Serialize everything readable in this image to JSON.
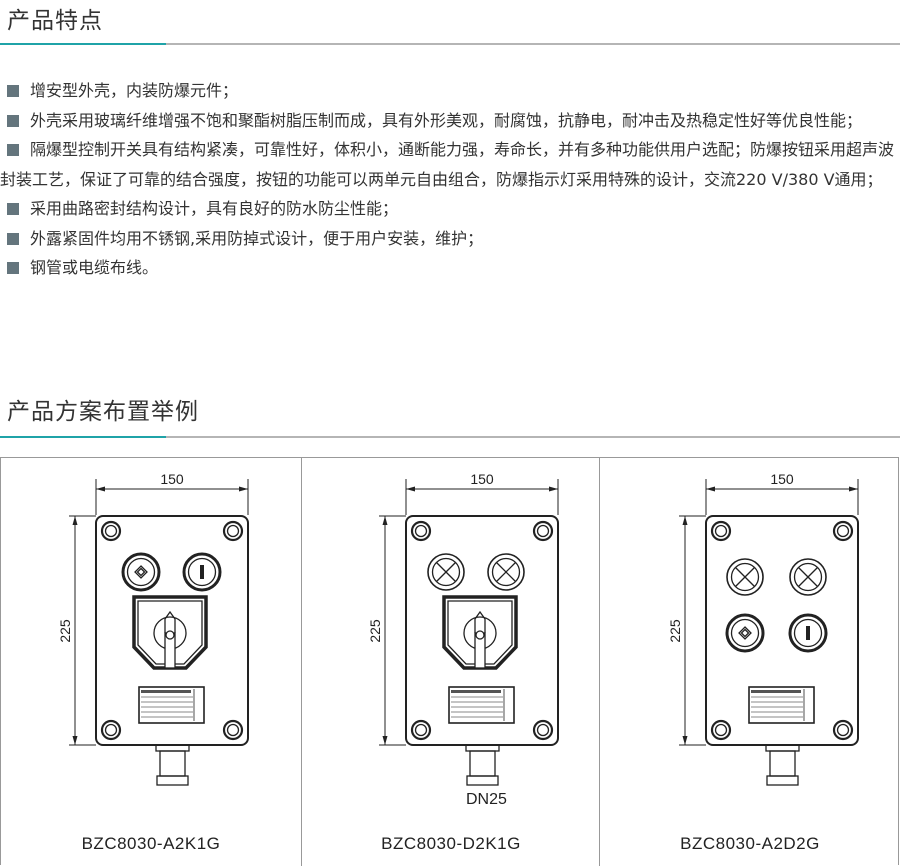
{
  "section1": {
    "title": "产品特点",
    "features": [
      "增安型外壳，内装防爆元件；",
      "外壳采用玻璃纤维增强不饱和聚酯树脂压制而成，具有外形美观，耐腐蚀，抗静电，耐冲击及热稳定性好等优良性能；",
      "隔爆型控制开关具有结构紧凑，可靠性好，体积小，通断能力强，寿命长，并有多种功能供用户选配；防爆按钮采用超声波封装工艺，保证了可靠的结合强度，按钮的功能可以两单元自由组合，防爆指示灯采用特殊的设计，交流220 V/380 V通用；",
      "采用曲路密封结构设计，具有良好的防水防尘性能；",
      "外露紧固件均用不锈钢,采用防掉式设计，便于用户安装，维护；",
      "钢管或电缆布线。"
    ]
  },
  "section2": {
    "title": "产品方案布置举例",
    "panels": [
      {
        "model": "BZC8030-A2K1G",
        "width_label": "150",
        "height_label": "225",
        "layout": "buttons-switch"
      },
      {
        "model": "BZC8030-D2K1G",
        "width_label": "150",
        "height_label": "225",
        "layout": "lamps-switch",
        "gland_label": "DN25"
      },
      {
        "model": "BZC8030-A2D2G",
        "width_label": "150",
        "height_label": "225",
        "layout": "lamps-buttons"
      }
    ]
  },
  "colors": {
    "accent": "#1fa3a8",
    "bullet": "#64757d",
    "rule": "#b5b5b5"
  }
}
